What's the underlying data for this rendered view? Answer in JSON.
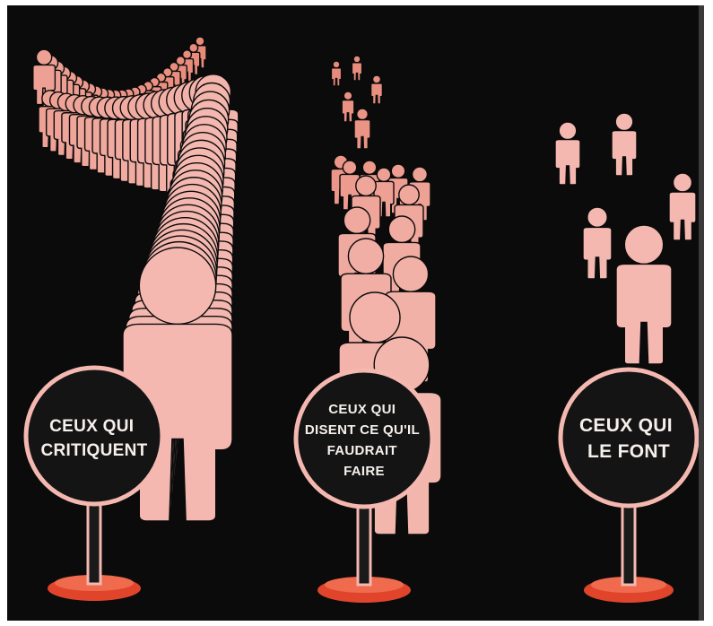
{
  "colors": {
    "background": "#0b0b0b",
    "figure": "#f4b8b0",
    "figure_far": "#e88a7a",
    "sign_face": "#141414",
    "sign_rim": "#f4b8b0",
    "base": "#e0452c",
    "pole": "#1a1a1a"
  },
  "groups": [
    {
      "id": "critics",
      "sign_lines": [
        "CEUX QUI",
        "CRITIQUENT"
      ],
      "crowd": "long winding queue"
    },
    {
      "id": "talkers",
      "sign_lines": [
        "CEUX QUI",
        "DISENT CE QU'IL",
        "FAUDRAIT",
        "FAIRE"
      ],
      "crowd": "medium queue"
    },
    {
      "id": "doers",
      "sign_lines": [
        "CEUX QUI",
        "LE FONT"
      ],
      "crowd": "few people"
    }
  ]
}
